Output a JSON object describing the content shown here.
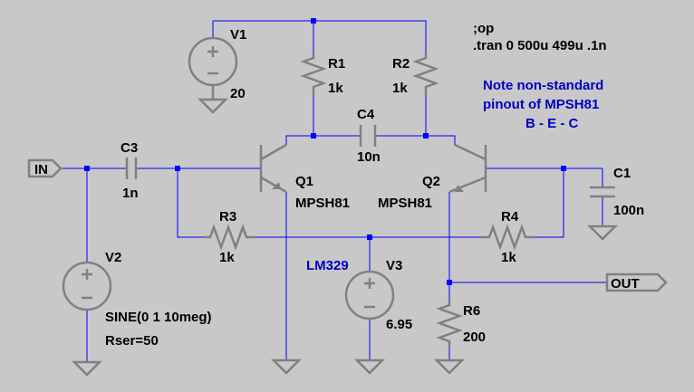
{
  "components": {
    "V1": {
      "name": "V1",
      "value": "20"
    },
    "V2": {
      "name": "V2",
      "value": "SINE(0 1 10meg)",
      "param": "Rser=50"
    },
    "V3": {
      "name": "V3",
      "value": "6.95",
      "comment": "LM329"
    },
    "R1": {
      "name": "R1",
      "value": "1k"
    },
    "R2": {
      "name": "R2",
      "value": "1k"
    },
    "R3": {
      "name": "R3",
      "value": "1k"
    },
    "R4": {
      "name": "R4",
      "value": "1k"
    },
    "R6": {
      "name": "R6",
      "value": "200"
    },
    "C1": {
      "name": "C1",
      "value": "100n"
    },
    "C3": {
      "name": "C3",
      "value": "1n"
    },
    "C4": {
      "name": "C4",
      "value": "10n"
    },
    "Q1": {
      "name": "Q1",
      "value": "MPSH81"
    },
    "Q2": {
      "name": "Q2",
      "value": "MPSH81"
    }
  },
  "ports": {
    "input": "IN",
    "output": "OUT"
  },
  "directives": [
    ";op",
    ".tran 0 500u 499u .1n"
  ],
  "note": [
    "Note non-standard",
    "pinout of MPSH81",
    "B - E - C"
  ],
  "colors": {
    "background": "#c8c8c8",
    "wire": "#0000ff",
    "component": "#808080",
    "text": "#000000",
    "note": "#0000c0"
  }
}
